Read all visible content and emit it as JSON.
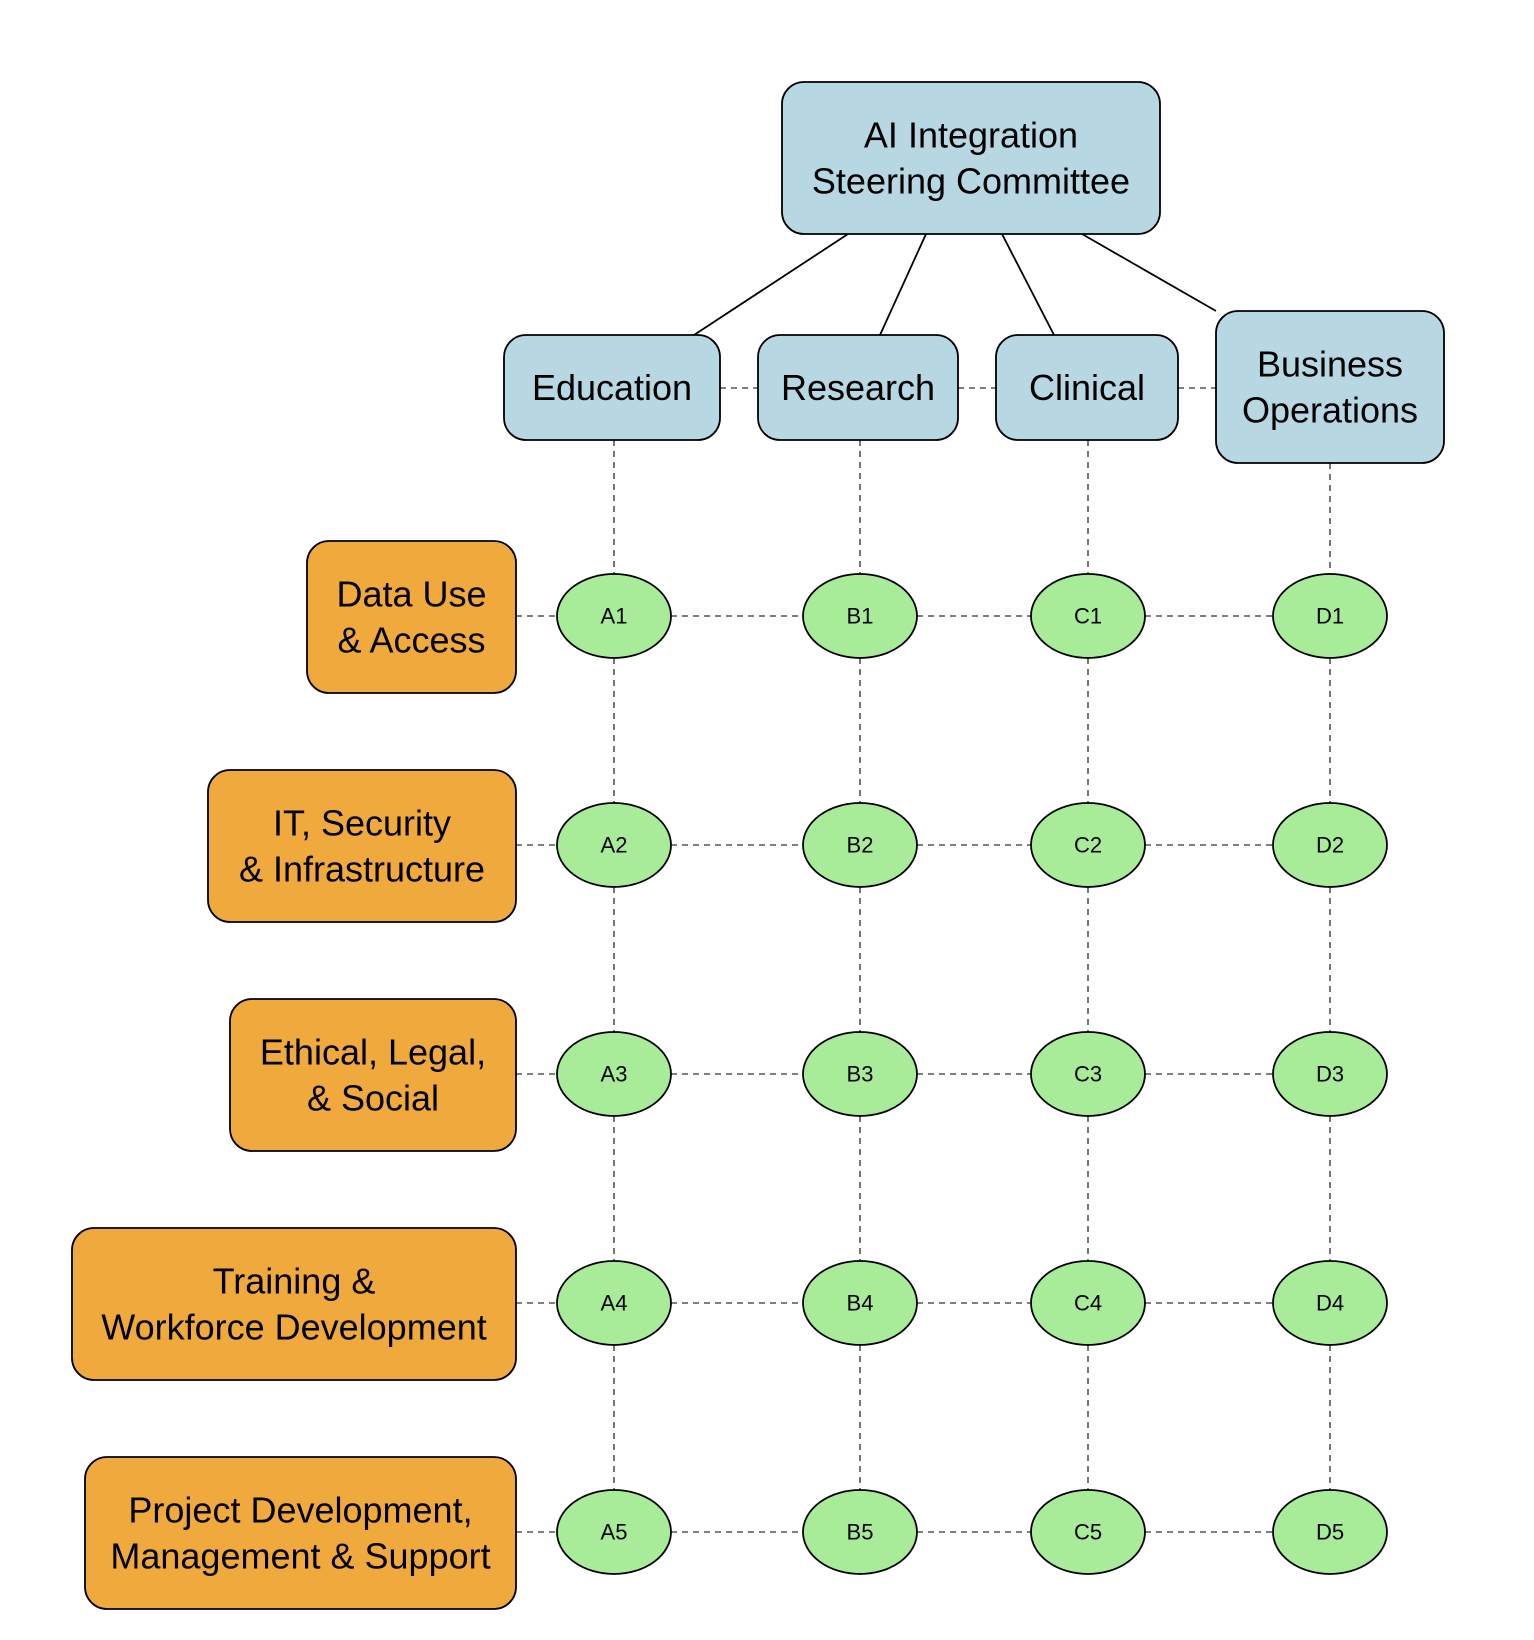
{
  "root": {
    "lines": [
      "AI Integration",
      "Steering Committee"
    ]
  },
  "areas": [
    {
      "id": "education",
      "lines": [
        "Education"
      ]
    },
    {
      "id": "research",
      "lines": [
        "Research"
      ]
    },
    {
      "id": "clinical",
      "lines": [
        "Clinical"
      ]
    },
    {
      "id": "business-operations",
      "lines": [
        "Business",
        "Operations"
      ]
    }
  ],
  "workgroups": [
    {
      "id": "data-use-access",
      "lines": [
        "Data Use",
        "& Access"
      ]
    },
    {
      "id": "it-security-infrastructure",
      "lines": [
        "IT, Security",
        "& Infrastructure"
      ]
    },
    {
      "id": "ethical-legal-social",
      "lines": [
        "Ethical, Legal,",
        "& Social"
      ]
    },
    {
      "id": "training-workforce-development",
      "lines": [
        "Training &",
        "Workforce Development"
      ]
    },
    {
      "id": "project-development-management-support",
      "lines": [
        "Project Development,",
        "Management & Support"
      ]
    }
  ],
  "nodes": [
    [
      "A1",
      "B1",
      "C1",
      "D1"
    ],
    [
      "A2",
      "B2",
      "C2",
      "D2"
    ],
    [
      "A3",
      "B3",
      "C3",
      "D3"
    ],
    [
      "A4",
      "B4",
      "C4",
      "D4"
    ],
    [
      "A5",
      "B5",
      "C5",
      "D5"
    ]
  ],
  "colors": {
    "blue_fill": "#b7d8e3",
    "orange_fill": "#f0a93d",
    "green_fill": "#a8eb98",
    "stroke": "#000000",
    "dash": "#555555"
  }
}
